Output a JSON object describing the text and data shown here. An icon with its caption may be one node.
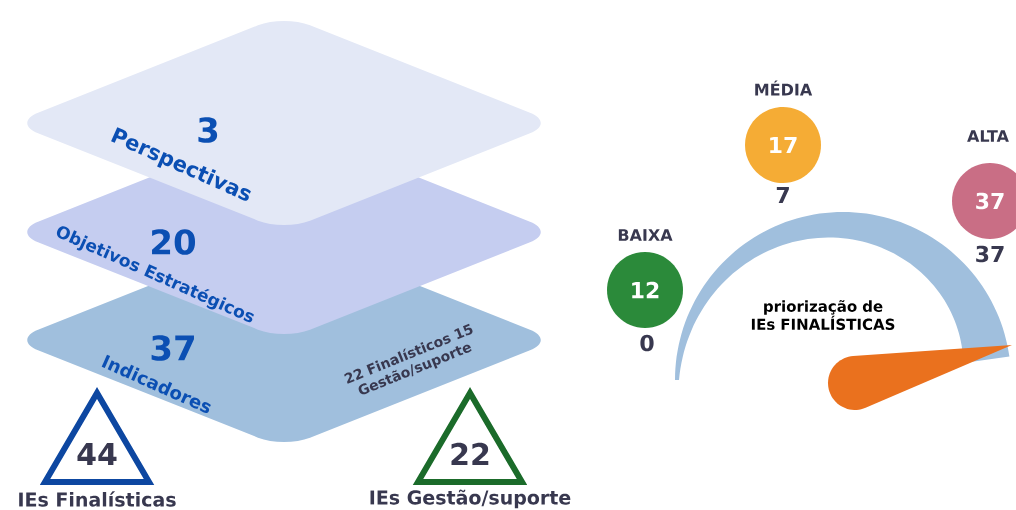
{
  "diagram": {
    "nodes": [
      {
        "text": [
          "3",
          "Perspectivas"
        ]
      },
      {
        "text": [
          "20",
          "Objetivos Estratégicos"
        ]
      },
      {
        "text": [
          "37",
          "Indicadores",
          "22 Finalísticos 15 Gestão/suporte"
        ]
      },
      {
        "text": [
          "44"
        ],
        "beside": [
          "IEs Finalísticas"
        ]
      },
      {
        "text": [
          "22"
        ],
        "beside": [
          "IEs Gestão/suporte"
        ]
      },
      {
        "text": [
          "BAIXA",
          "12"
        ]
      },
      {
        "text": [
          "MÉDIA",
          "17"
        ]
      },
      {
        "text": [
          "ALTA",
          "37"
        ]
      }
    ],
    "labels": [
      "priorização de IEs FINALÍSTICAS",
      "0",
      "7",
      "37"
    ]
  }
}
